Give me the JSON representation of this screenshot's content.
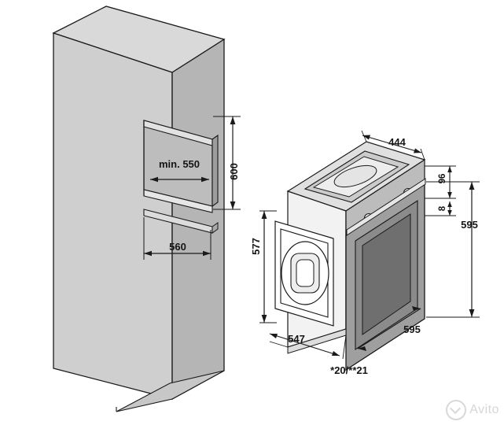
{
  "diagram": {
    "title": "Built-in oven installation and appliance dimension drawing",
    "type": "technical-line-drawing",
    "units": "mm",
    "views": [
      {
        "name": "cabinet-niche-view",
        "labels": [
          {
            "id": "niche-width-min",
            "text": "min. 550"
          },
          {
            "id": "niche-height",
            "text": "600"
          },
          {
            "id": "niche-depth",
            "text": "560"
          }
        ]
      },
      {
        "name": "oven-appliance-view",
        "labels": [
          {
            "id": "oven-top-width",
            "text": "444"
          },
          {
            "id": "oven-front-frame-height",
            "text": "595"
          },
          {
            "id": "oven-body-height",
            "text": "577"
          },
          {
            "id": "oven-front-width",
            "text": "595"
          },
          {
            "id": "oven-body-depth",
            "text": "547"
          },
          {
            "id": "oven-top-offset-1",
            "text": "96"
          },
          {
            "id": "oven-top-offset-2",
            "text": "8"
          },
          {
            "id": "oven-footnote",
            "text": "*20/**21"
          }
        ]
      }
    ],
    "colors": {
      "line": "#1a1a1a",
      "panel_light": "#d7d7d7",
      "panel_mid": "#c2c2c2",
      "panel_dark": "#a8a8a8",
      "panel_darker": "#8f8f8f",
      "background": "#ffffff"
    }
  },
  "watermark": {
    "text": "Avito",
    "icon": "checkmark-circle-icon"
  }
}
